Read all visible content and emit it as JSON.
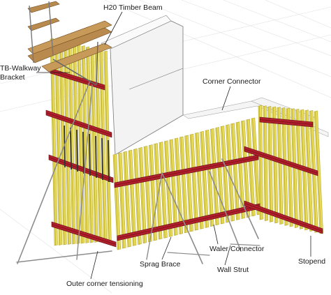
{
  "labels": {
    "timber_beam": "H20 Timber Beam",
    "walkway_bracket_1": "TB-Walkway",
    "walkway_bracket_2": "Bracket",
    "corner_connector": "Corner Connector",
    "waler_connector": "Waler Connector",
    "sprag_brace": "Sprag Brace",
    "wall_strut": "Wall Strut",
    "stopend": "Stopend",
    "outer_corner": "Outer corner tensioning"
  },
  "colors": {
    "beam_yellow": "#e9dc5a",
    "beam_shadow": "#b7a932",
    "waler_red": "#b0202c",
    "timber_brown": "#b98a4e",
    "panel_grey": "#f3f3f3",
    "steel": "#8c8c8c"
  }
}
